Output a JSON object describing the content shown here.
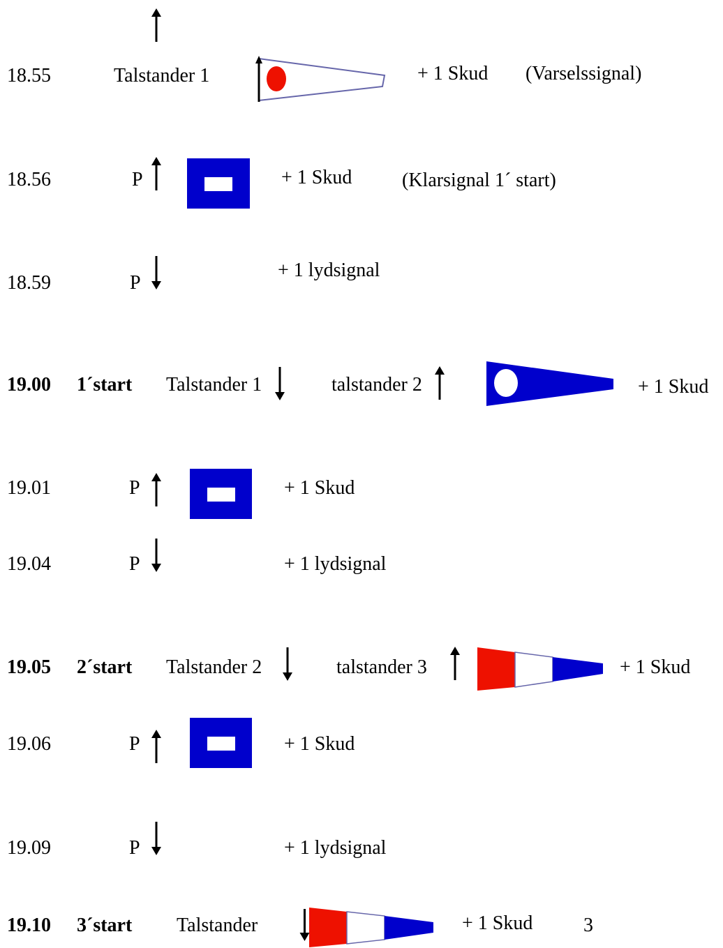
{
  "colors": {
    "blue": "#0000cc",
    "red": "#ee1100",
    "white": "#ffffff",
    "outline": "#6666aa"
  },
  "rows": [
    {
      "time": "18.55",
      "signal": "Talstander 1",
      "sound": "+ 1 Skud",
      "note": "(Varselssignal)"
    },
    {
      "time": "18.56",
      "signal": "P",
      "sound": "+ 1 Skud",
      "note": "(Klarsignal 1´ start)"
    },
    {
      "time": "18.59",
      "signal": "P",
      "sound": "+ 1 lydsignal"
    },
    {
      "time": "19.00",
      "start": "1´start",
      "signal": "Talstander 1",
      "signal2": "talstander 2",
      "sound": "+ 1 Skud"
    },
    {
      "time": "19.01",
      "signal": "P",
      "sound": "+ 1 Skud"
    },
    {
      "time": "19.04",
      "signal": "P",
      "sound": "+ 1 lydsignal"
    },
    {
      "time": "19.05",
      "start": "2´start",
      "signal": "Talstander 2",
      "signal2": "talstander 3",
      "sound": "+ 1 Skud"
    },
    {
      "time": "19.06",
      "signal": "P",
      "sound": "+ 1 Skud"
    },
    {
      "time": "19.09",
      "signal": "P",
      "sound": "+ 1 lydsignal"
    },
    {
      "time": "19.10",
      "start": "3´start",
      "signal": "Talstander",
      "sound": "+ 1 Skud",
      "extra": "3"
    }
  ]
}
